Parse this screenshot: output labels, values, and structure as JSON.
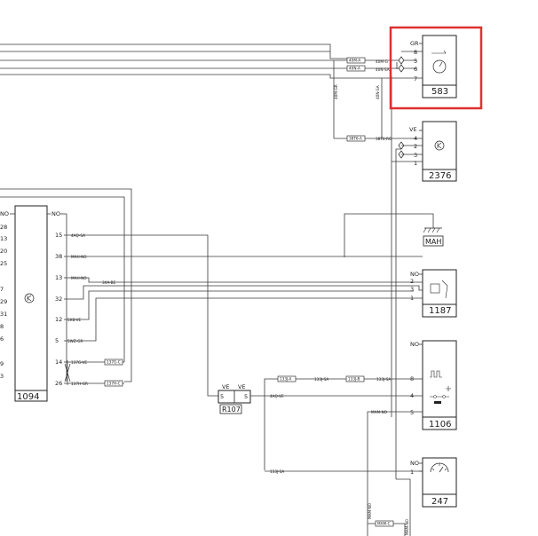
{
  "colors": {
    "line": "#3a3a3a",
    "highlight": "#e03030"
  },
  "components": {
    "c583": {
      "id": "583",
      "pins": [
        "GR",
        "8",
        "5",
        "6",
        "7"
      ],
      "icon": "gauge-icon"
    },
    "c2376": {
      "id": "2376",
      "pins": [
        "VE",
        "4",
        "2",
        "3",
        "1"
      ],
      "icon": "ecu-symbol-icon"
    },
    "c1187": {
      "id": "1187",
      "pins": [
        "NO",
        "2",
        "3",
        "1"
      ],
      "icon": "pedal-sensor-icon"
    },
    "c1106": {
      "id": "1106",
      "pins": [
        "NO",
        "8",
        "4",
        "5"
      ],
      "icon": "relay-icon"
    },
    "c247": {
      "id": "247",
      "pins": [
        "NO",
        "1"
      ],
      "icon": "speed-gauge-icon"
    },
    "c1094": {
      "id": "1094",
      "icon": "ecu-symbol-icon",
      "top_left": "NO",
      "top_right": "NO",
      "right_pins": [
        "15",
        "38",
        "13",
        "32",
        "12",
        "5",
        "14",
        "26"
      ],
      "left_pins": [
        "28",
        "13",
        "20",
        "25",
        "7",
        "29",
        "31",
        "8",
        "6",
        "9",
        "3"
      ]
    },
    "r107": {
      "id": "R107",
      "left_top": "VE",
      "right_top": "VE",
      "left_pin": "5",
      "right_pin": "5"
    },
    "ground": {
      "id": "MAH"
    }
  },
  "wires": {
    "w40m": "40M-G",
    "w40n": "40N-SA",
    "w40m_v": "40M-GR",
    "w40n_v": "40N-SA",
    "w38t": "38T6-RG",
    "w4aq": "4AQ-SA",
    "wmah": "MAH-NO",
    "wmah2": "MAH-NO",
    "w3xa": "3XA-BE",
    "w5xb": "5XB-VE",
    "w5wz": "5WZ-GR",
    "w137g": "137G-VE",
    "w137h": "137H-GR",
    "w4aq_ve": "4AQ-VE",
    "w133j": "133J-SA",
    "w133j_b": "133J-SA",
    "wmam": "MAM-NO",
    "w133j_c": "133J-SA",
    "wmam_v": "MAM-NO",
    "wmam_v2": "MAM-NO"
  },
  "tags": {
    "t40m": "40M-A",
    "t40n": "40N-A",
    "t38t": "38T6-A",
    "t137g": "137G-C",
    "t137h": "137H-C",
    "t133ja": "133J-A",
    "t133jb": "133J-B",
    "tmam": "MAM-C"
  }
}
